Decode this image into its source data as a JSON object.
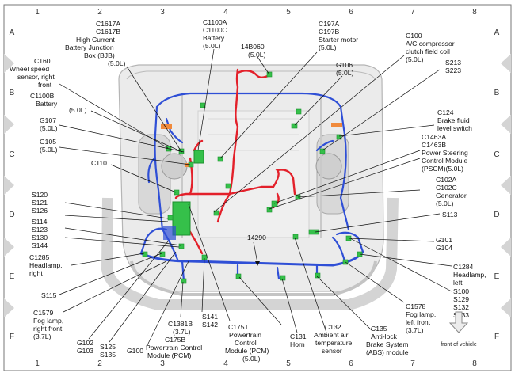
{
  "grid": {
    "columns": [
      "1",
      "2",
      "3",
      "4",
      "5",
      "6",
      "7",
      "8"
    ],
    "rows": [
      "A",
      "B",
      "C",
      "D",
      "E",
      "F"
    ]
  },
  "labels": {
    "c1617": [
      "C1617A",
      "C1617B",
      "High Current",
      "Battery Junction",
      "Box (BJB)",
      "(5.0L)"
    ],
    "c1100a": [
      "C1100A",
      "C1100C",
      "Battery",
      "(5.0L)"
    ],
    "m14b060": [
      "14B060",
      "(5.0L)"
    ],
    "c197": [
      "C197A",
      "C197B",
      "Starter motor",
      "(5.0L)"
    ],
    "c100": [
      "C100",
      "A/C compressor",
      "clutch field coil",
      "(5.0L)"
    ],
    "c160": [
      "C160",
      "Wheel speed",
      "sensor, right",
      "front"
    ],
    "g106": [
      "G106",
      "(5.0L)"
    ],
    "s213": [
      "S213",
      "S223"
    ],
    "c1100b": [
      "C1100B",
      "Battery",
      "(5.0L)"
    ],
    "g107": [
      "G107",
      "(5.0L)"
    ],
    "c124": [
      "C124",
      "Brake fluid",
      "level switch"
    ],
    "g105": [
      "G105",
      "(5.0L)"
    ],
    "c1463": [
      "C1463A",
      "C1463B",
      "Power Steering",
      "Control Module",
      "(PSCM)(5.0L)"
    ],
    "c110": [
      "C110"
    ],
    "c102": [
      "C102A",
      "C102C",
      "Generator",
      "(5.0L)"
    ],
    "s120": [
      "S120",
      "S121",
      "S126"
    ],
    "s113": [
      "S113"
    ],
    "s114": [
      "S114",
      "S123",
      "S130",
      "S144"
    ],
    "m14290": [
      "14290"
    ],
    "g101": [
      "G101",
      "G104"
    ],
    "c1285": [
      "C1285",
      "Headlamp,",
      "right"
    ],
    "c1284": [
      "C1284",
      "Headlamp,",
      "left"
    ],
    "s115": [
      "S115"
    ],
    "s100": [
      "S100",
      "S129",
      "S132",
      "S133"
    ],
    "c1579": [
      "C1579",
      "Fog lamp,",
      "right front",
      "(3.7L)"
    ],
    "s141": [
      "S141",
      "S142"
    ],
    "c1578": [
      "C1578",
      "Fog lamp,",
      "left front",
      "(3.7L)"
    ],
    "c1381b": [
      "C1381B",
      "(3.7L)"
    ],
    "c175b": [
      "C175B",
      "Powertrain Control",
      "Module (PCM)"
    ],
    "c175t": [
      "C175T",
      "Powertrain",
      "Control",
      "Module (PCM)",
      "(5.0L)"
    ],
    "g102": [
      "G102",
      "G103"
    ],
    "s125": [
      "S125",
      "S135"
    ],
    "g100": [
      "G100"
    ],
    "c131": [
      "C131",
      "Horn"
    ],
    "c132": [
      "C132",
      "Ambient air",
      "temperature",
      "sensor"
    ],
    "c135": [
      "C135",
      "Anti-lock",
      "Brake System",
      "(ABS) module"
    ],
    "front": [
      "front of vehicle"
    ]
  },
  "colors": {
    "harness_blue": "#2f4fd6",
    "harness_red": "#e3202a",
    "connector_green": "#35c04a",
    "bracket_orange": "#f08a3c",
    "vehicle_gray": "#c7c7c7"
  }
}
